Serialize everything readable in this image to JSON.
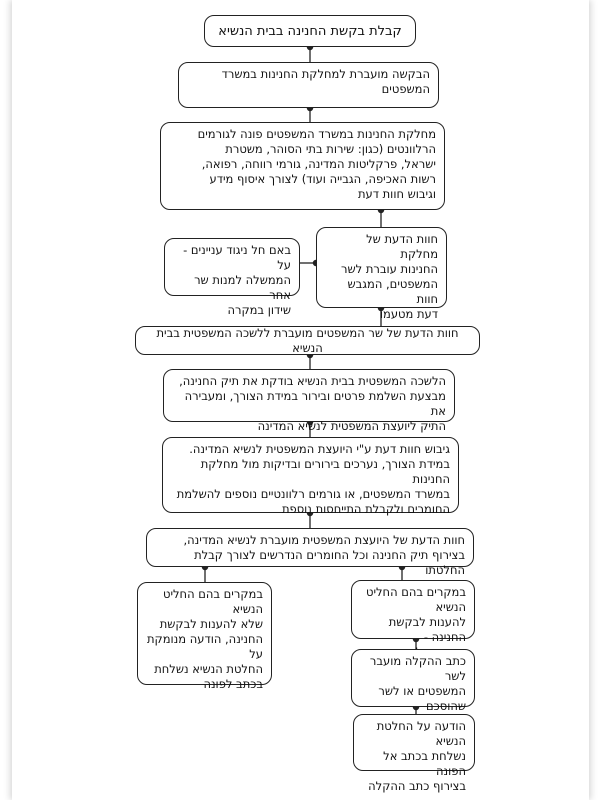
{
  "flowchart": {
    "title": "קבלת בקשת החנינה בבית הנשיא",
    "steps": {
      "s1": "הבקשה מועברת למחלקת החנינות במשרד\nהמשפטים",
      "s2": "מחלקת החנינות במשרד המשפטים פונה לגורמים\nהרלוונטים (כגון: שירות בתי הסוהר, משטרת\nישראל, פרקליטות המדינה, גורמי רווחה, רפואה,\nרשות האכיפה, הגבייה ועוד) לצורך איסוף מידע\nוגיבוש חוות דעת",
      "s3": "חוות הדעת של מחלקת\nהחנינות עוברת לשר\nהמשפטים, המגבש חוות\nדעת מטעמו",
      "s3_side": "באם חל ניגוד עניינים - על\nהממשלה למנות שר אחר\nשידון במקרה",
      "s4": "חוות הדעת של שר המשפטים מועברת ללשכה המשפטית בבית הנשיא",
      "s5": "הלשכה המשפטית בבית הנשיא בודקת את תיק החנינה,\nמבצעת השלמת פרטים ובירור במידת הצורך, ומעבירה את\nהתיק ליועצת המשפטית לנשיא המדינה",
      "s6": "גיבוש חוות דעת ע\"י היועצת המשפטית לנשיא המדינה.\nבמידת הצורך, נערכים בירורים ובדיקות מול מחלקת החנינות\nבמשרד המשפטים, או גורמים רלוונטיים נוספים להשלמת\nהחומרים ולקבלת התייחסות נוספת",
      "s7": "חוות הדעת של היועצת המשפטית מועברת לנשיא המדינה,\nבצירוף תיק החנינה וכל החומרים הנדרשים לצורך קבלת החלטתו"
    },
    "branch_yes": {
      "decision": "במקרים בהם החליט הנשיא\nלהענות לבקשת החנינה -\nחתימה על כתב ההקלה",
      "step2": "כתב ההקלה מועבר לשר\nהמשפטים או לשר שהוסכם\nבמקומו לחתימת קיום",
      "step3": "הודעה על החלטת הנשיא\nנשלחת בכתב אל הפונה\nבצירוף כתב ההקלה"
    },
    "branch_no": {
      "decision": "במקרים בהם החליט הנשיא\nשלא להענות לבקשת\nהחנינה, הודעה מנומקת על\nהחלטת הנשיא נשלחת\nבכתב לפונה"
    }
  }
}
